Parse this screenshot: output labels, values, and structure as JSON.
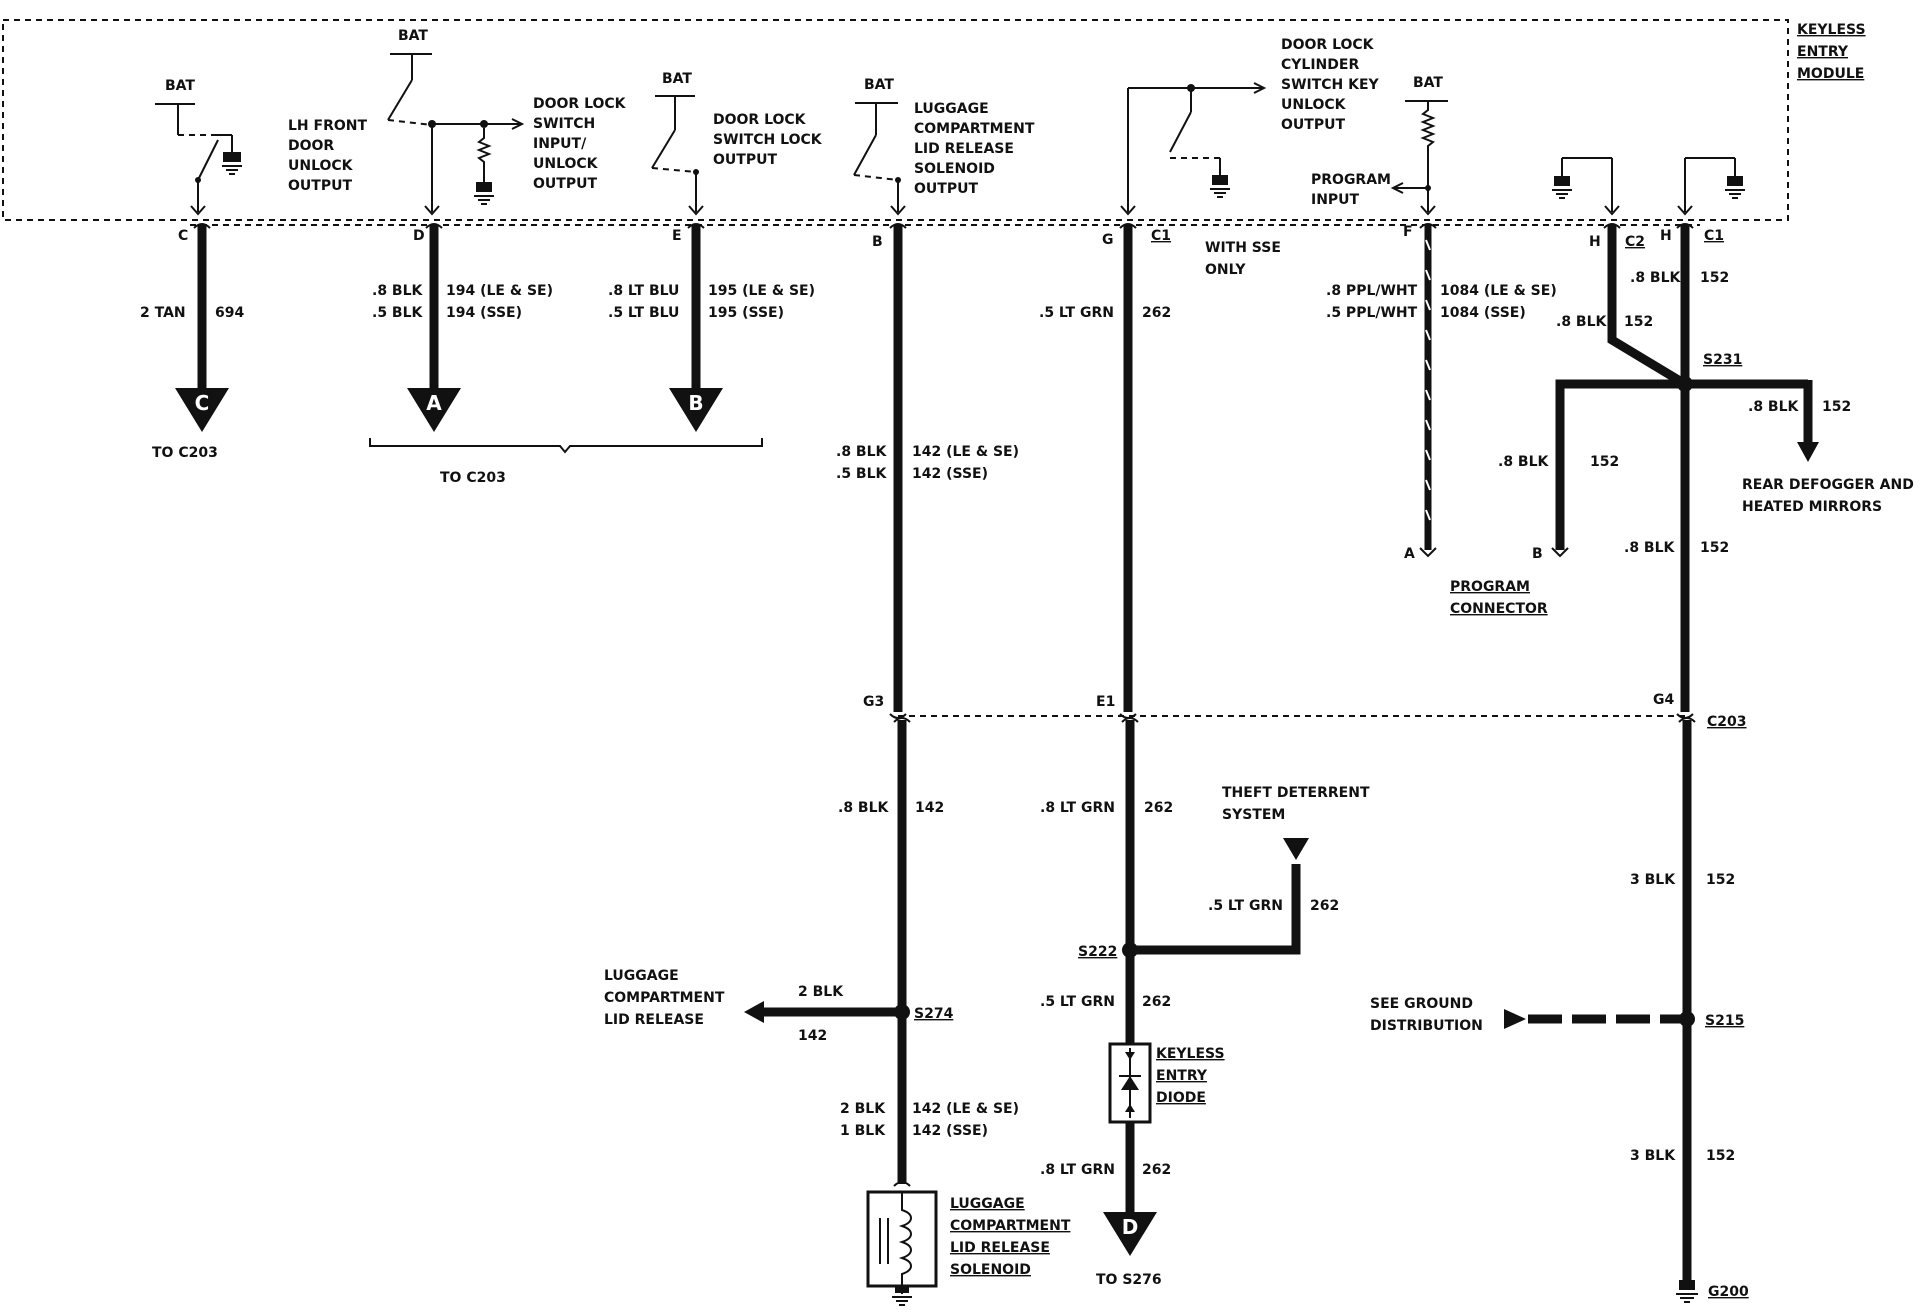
{
  "module": {
    "title_lines": [
      "KEYLESS",
      "ENTRY",
      "MODULE"
    ],
    "bat": "BAT",
    "outputs": {
      "lh_front": [
        "LH FRONT",
        "DOOR",
        "UNLOCK",
        "OUTPUT"
      ],
      "switch_input": [
        "DOOR LOCK",
        "SWITCH",
        "INPUT/",
        "UNLOCK",
        "OUTPUT"
      ],
      "switch_lock": [
        "DOOR LOCK",
        "SWITCH LOCK",
        "OUTPUT"
      ],
      "luggage_solenoid": [
        "LUGGAGE",
        "COMPARTMENT",
        "LID RELEASE",
        "SOLENOID",
        "OUTPUT"
      ],
      "cylinder": [
        "DOOR LOCK",
        "CYLINDER",
        "SWITCH KEY",
        "UNLOCK",
        "OUTPUT"
      ],
      "program_input": [
        "PROGRAM",
        "INPUT"
      ]
    }
  },
  "pins": {
    "C": "C",
    "D": "D",
    "E": "E",
    "B": "B",
    "G": "G",
    "C1": "C1",
    "F": "F",
    "H": "H",
    "C2": "C2"
  },
  "with_sse": [
    "WITH SSE",
    "ONLY"
  ],
  "wires": {
    "w694": {
      "gauge": "2 TAN",
      "circuit": "694"
    },
    "w194": {
      "gauge_1": ".8 BLK",
      "circuit_1": "194 (LE & SE)",
      "gauge_2": ".5 BLK",
      "circuit_2": "194 (SSE)"
    },
    "w195": {
      "gauge_1": ".8 LT BLU",
      "circuit_1": "195 (LE & SE)",
      "gauge_2": ".5 LT BLU",
      "circuit_2": "195 (SSE)"
    },
    "w262a": {
      "gauge": ".5 LT GRN",
      "circuit": "262"
    },
    "w1084": {
      "gauge_1": ".8 PPL/WHT",
      "circuit_1": "1084 (LE & SE)",
      "gauge_2": ".5 PPL/WHT",
      "circuit_2": "1084 (SSE)"
    },
    "w152h2": {
      "gauge": ".8 BLK",
      "circuit": "152"
    },
    "w152h1": {
      "gauge": ".8 BLK",
      "circuit": "152"
    },
    "w142a": {
      "gauge_1": ".8 BLK",
      "circuit_1": "142 (LE & SE)",
      "gauge_2": ".5 BLK",
      "circuit_2": "142 (SSE)"
    },
    "w152def": {
      "gauge": ".8 BLK",
      "circuit": "152"
    },
    "w152prog": {
      "gauge": ".8 BLK",
      "circuit": "152"
    },
    "w152mid": {
      "gauge": ".8 BLK",
      "circuit": "152"
    },
    "w142b": {
      "gauge": ".8 BLK",
      "circuit": "142"
    },
    "w262b": {
      "gauge": ".8 LT GRN",
      "circuit": "262"
    },
    "w262theft": {
      "gauge": ".5 LT GRN",
      "circuit": "262"
    },
    "w152c": {
      "gauge": "3 BLK",
      "circuit": "152"
    },
    "w142lug": {
      "gauge": "2 BLK",
      "circuit": "142"
    },
    "w262c": {
      "gauge": ".5 LT GRN",
      "circuit": "262"
    },
    "w142c": {
      "gauge_1": "2 BLK",
      "circuit_1": "142 (LE & SE)",
      "gauge_2": "1 BLK",
      "circuit_2": "142 (SSE)"
    },
    "w262d": {
      "gauge": ".8 LT GRN",
      "circuit": "262"
    },
    "w152d": {
      "gauge": "3 BLK",
      "circuit": "152"
    }
  },
  "terminals": {
    "C": "C",
    "A": "A",
    "B": "B",
    "D": "D",
    "to_c203_single": "TO C203",
    "to_c203_group": "TO C203",
    "to_s276": "TO S276"
  },
  "connector_c203": {
    "G3": "G3",
    "E1": "E1",
    "G4": "G4",
    "label": "C203"
  },
  "splices": {
    "S231": "S231",
    "S222": "S222",
    "S274": "S274",
    "S215": "S215"
  },
  "rear_defogger": [
    "REAR DEFOGGER AND",
    "HEATED MIRRORS"
  ],
  "program_connector": {
    "label": [
      "PROGRAM",
      "CONNECTOR"
    ],
    "pin_a": "A",
    "pin_b": "B"
  },
  "theft": [
    "THEFT DETERRENT",
    "SYSTEM"
  ],
  "luggage_release": [
    "LUGGAGE",
    "COMPARTMENT",
    "LID RELEASE"
  ],
  "diode": [
    "KEYLESS",
    "ENTRY",
    "DIODE"
  ],
  "solenoid": [
    "LUGGAGE",
    "COMPARTMENT",
    "LID RELEASE",
    "SOLENOID"
  ],
  "ground_distribution": [
    "SEE GROUND",
    "DISTRIBUTION"
  ],
  "ground": "G200"
}
